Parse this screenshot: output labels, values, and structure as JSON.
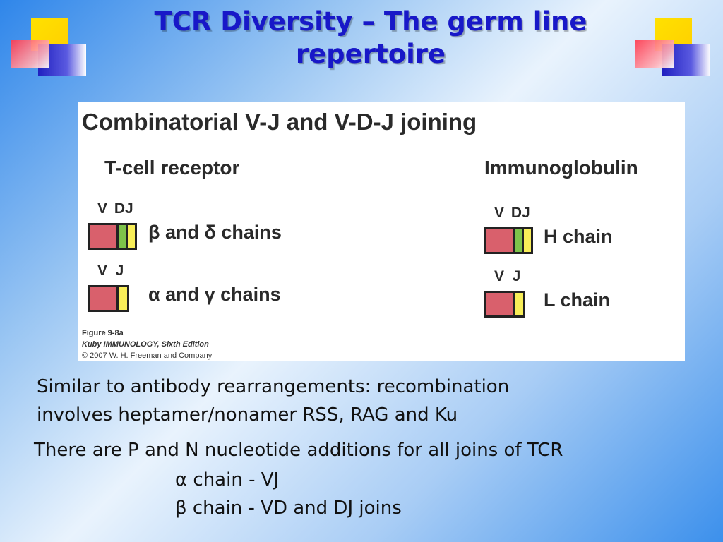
{
  "slide": {
    "title": "TCR Diversity – The germ line repertoire",
    "paragraph1": [
      "Similar to antibody rearrangements: recombination",
      "involves heptamer/nonamer RSS, RAG and Ku"
    ],
    "paragraph2": "There are P and N nucleotide additions for all joins of TCR",
    "bullets": [
      {
        "greek": "α",
        "text": " chain - VJ"
      },
      {
        "greek": "β",
        "text": " chain - VD and DJ joins"
      }
    ]
  },
  "figure": {
    "title": "Combinatorial V-J and V-D-J joining",
    "left_header": "T-cell receptor",
    "right_header": "Immunoglobulin",
    "tcr_vdj_labels": "V DJ",
    "tcr_vdj_chain": "β and δ chains",
    "tcr_vj_labels": "V  J",
    "tcr_vj_chain": "α and γ chains",
    "ig_vdj_labels": "V DJ",
    "ig_vdj_chain": "H chain",
    "ig_vj_labels": "V  J",
    "ig_vj_chain": "L chain",
    "credit1": "Figure 9-8a",
    "credit2": "Kuby IMMUNOLOGY, Sixth Edition",
    "credit3": "© 2007 W. H. Freeman and Company"
  },
  "colors": {
    "title": "#1818c8",
    "v_segment": "#d9606c",
    "d_segment": "#7ec34a",
    "j_segment": "#f8ee58"
  }
}
